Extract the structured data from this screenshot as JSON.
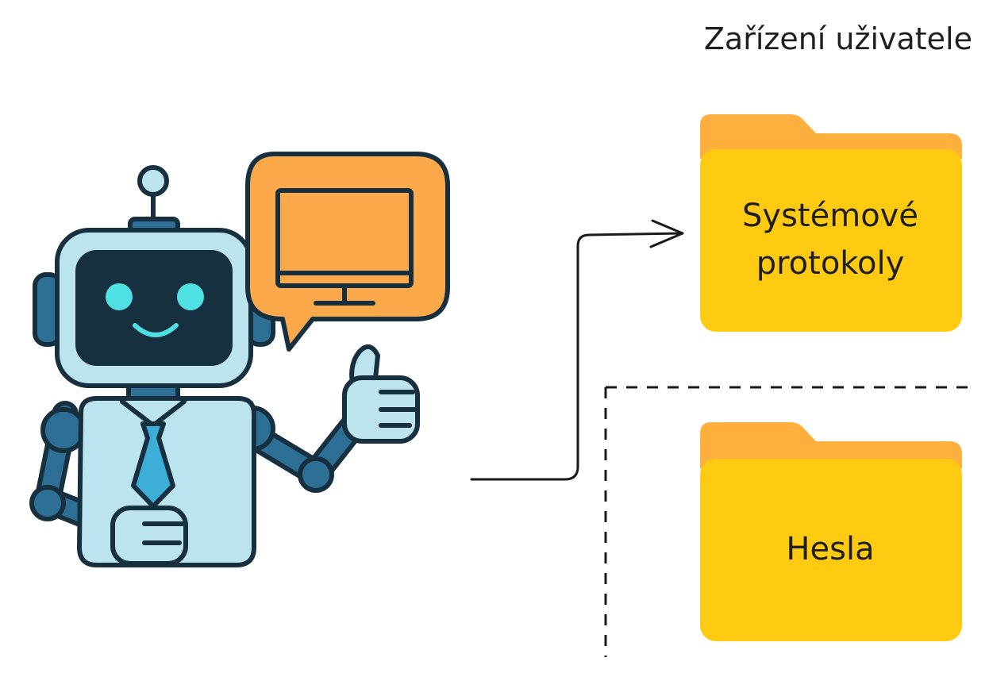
{
  "diagram": {
    "device_label": "Zařízení uživatele",
    "folders": [
      {
        "label_lines": [
          "Systémové",
          "protokoly"
        ]
      },
      {
        "label_lines": [
          "Hesla"
        ]
      }
    ]
  },
  "colors": {
    "folder_body": "#FECB12",
    "folder_tab": "#FDB03E",
    "bubble": "#FBA94B",
    "robot_outline": "#17303F",
    "robot_body": "#BCE4EF",
    "robot_limb": "#2E6F95",
    "robot_screen": "#17303F",
    "robot_eyes": "#4FE0E4",
    "robot_tie": "#3DAED8",
    "line": "#1a1a1a",
    "background": "#FFFFFF"
  }
}
